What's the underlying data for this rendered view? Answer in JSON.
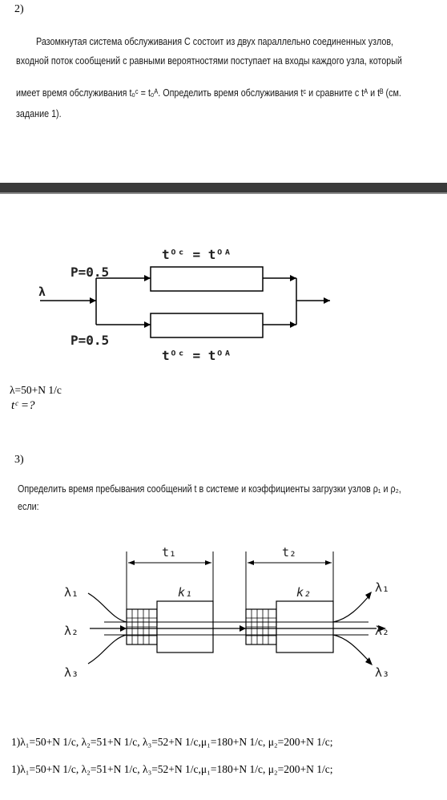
{
  "task2": {
    "number": "2)",
    "text_lines": [
      "Разомкнутая система обслуживания С состоит из двух параллельно соединенных узлов,",
      "входной поток сообщений с равными вероятностями поступает на входы каждого узла, который",
      "имеет время обслуживания t₀ᶜ = t₀ᴬ. Определить время обслуживания tᶜ и сравните с tᴬ и tᴮ (см.",
      "задание 1)."
    ],
    "diagram": {
      "prob_top": "P=0.5",
      "prob_bottom": "P=0.5",
      "input_label": "λ",
      "node_time_top": "tᴼᶜ = tᴼᴬ",
      "node_time_bottom": "tᴼᶜ = tᴼᴬ"
    },
    "given_lambda": "λ=50+N 1/c",
    "given_question": "tᶜ =?"
  },
  "task3": {
    "number": "3)",
    "text_lines": [
      "Определить время пребывания сообщений t в системе и коэффициенты загрузки узлов ρ₁ и ρ₂,",
      "если:"
    ],
    "diagram": {
      "t1_label": "t₁",
      "t2_label": "t₂",
      "k1_label": "k₁",
      "k2_label": "k₂",
      "in_labels": [
        "λ₁",
        "λ₂",
        "λ₃"
      ],
      "out_labels": [
        "λ₁",
        "λ₂",
        "λ₃"
      ]
    },
    "params_lines": [
      "1)λ₁=50+N 1/c, λ₂=51+N 1/c, λ₃=52+N 1/c,μ₁=180+N 1/c, μ₂=200+N 1/c;",
      "1)λ₁=50+N 1/c, λ₂=51+N 1/c, λ₃=52+N 1/c,μ₁=180+N 1/c, μ₂=200+N 1/c;"
    ]
  },
  "colors": {
    "separator": "#3a3a3a",
    "text": "#000000"
  }
}
